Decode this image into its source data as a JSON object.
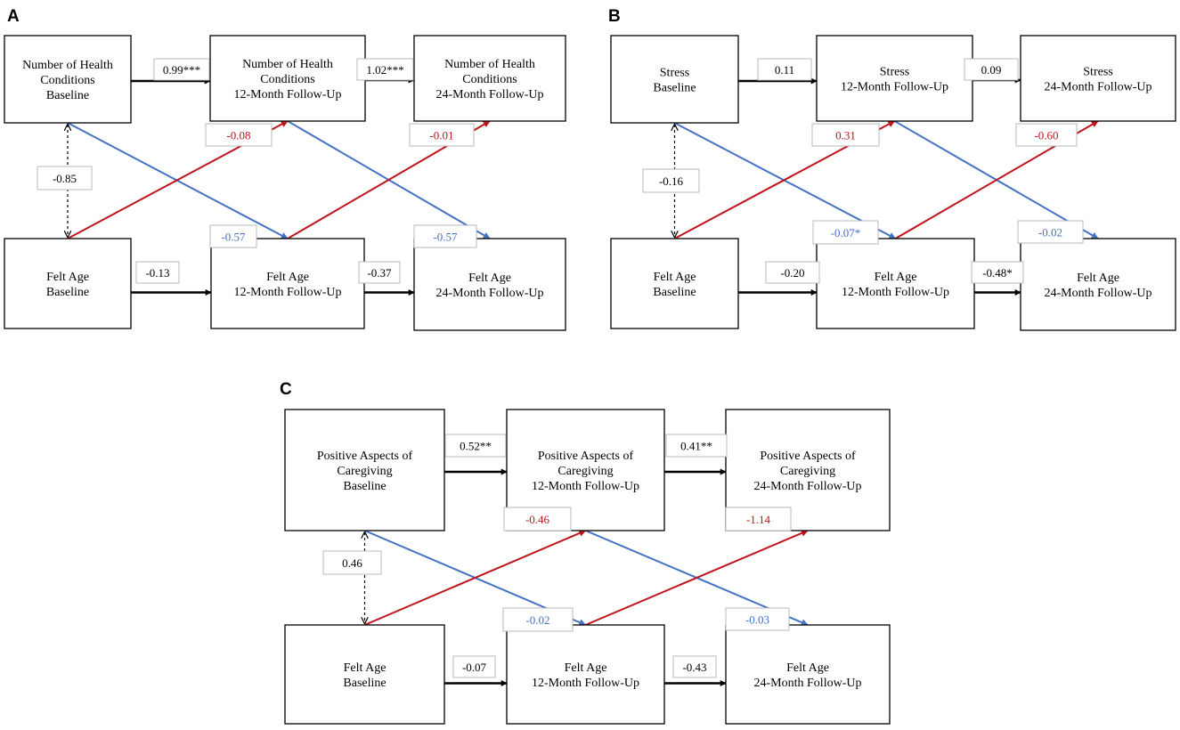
{
  "colors": {
    "red": "#c0141c",
    "blue": "#4472c4",
    "black": "#000000"
  },
  "panels": [
    {
      "letter": "A",
      "nodes": {
        "top": [
          [
            "Number of Health",
            "Conditions",
            "Baseline"
          ],
          [
            "Number of Health",
            "Conditions",
            "12-Month Follow-Up"
          ],
          [
            "Number of Health",
            "Conditions",
            "24-Month Follow-Up"
          ]
        ],
        "bottom": [
          [
            "Felt Age",
            "Baseline"
          ],
          [
            "Felt Age",
            "12-Month Follow-Up"
          ],
          [
            "Felt Age",
            "24-Month Follow-Up"
          ]
        ]
      },
      "coefficients": {
        "top_1": "0.99***",
        "top_2": "1.02***",
        "bottom_1": "-0.13",
        "bottom_2": "-0.37",
        "corr": "-0.85",
        "red_1": "-0.08",
        "red_2": "-0.01",
        "blue_1": "-0.57",
        "blue_2": "-0.57"
      }
    },
    {
      "letter": "B",
      "nodes": {
        "top": [
          [
            "Stress",
            "Baseline"
          ],
          [
            "Stress",
            "12-Month Follow-Up"
          ],
          [
            "Stress",
            "24-Month Follow-Up"
          ]
        ],
        "bottom": [
          [
            "Felt Age",
            "Baseline"
          ],
          [
            "Felt Age",
            "12-Month Follow-Up"
          ],
          [
            "Felt Age",
            "24-Month Follow-Up"
          ]
        ]
      },
      "coefficients": {
        "top_1": "0.11",
        "top_2": "0.09",
        "bottom_1": "-0.20",
        "bottom_2": "-0.48*",
        "corr": "-0.16",
        "red_1": "0.31",
        "red_2": "-0.60",
        "blue_1": "-0.07*",
        "blue_2": "-0.02"
      }
    },
    {
      "letter": "C",
      "nodes": {
        "top": [
          [
            "Positive Aspects of",
            "Caregiving",
            "Baseline"
          ],
          [
            "Positive Aspects of",
            "Caregiving",
            "12-Month Follow-Up"
          ],
          [
            "Positive Aspects of",
            "Caregiving",
            "24-Month Follow-Up"
          ]
        ],
        "bottom": [
          [
            "Felt Age",
            "Baseline"
          ],
          [
            "Felt Age",
            "12-Month Follow-Up"
          ],
          [
            "Felt Age",
            "24-Month Follow-Up"
          ]
        ]
      },
      "coefficients": {
        "top_1": "0.52**",
        "top_2": "0.41**",
        "bottom_1": "-0.07",
        "bottom_2": "-0.43",
        "corr": "0.46",
        "red_1": "-0.46",
        "red_2": "-1.14",
        "blue_1": "-0.02",
        "blue_2": "-0.03"
      }
    }
  ]
}
